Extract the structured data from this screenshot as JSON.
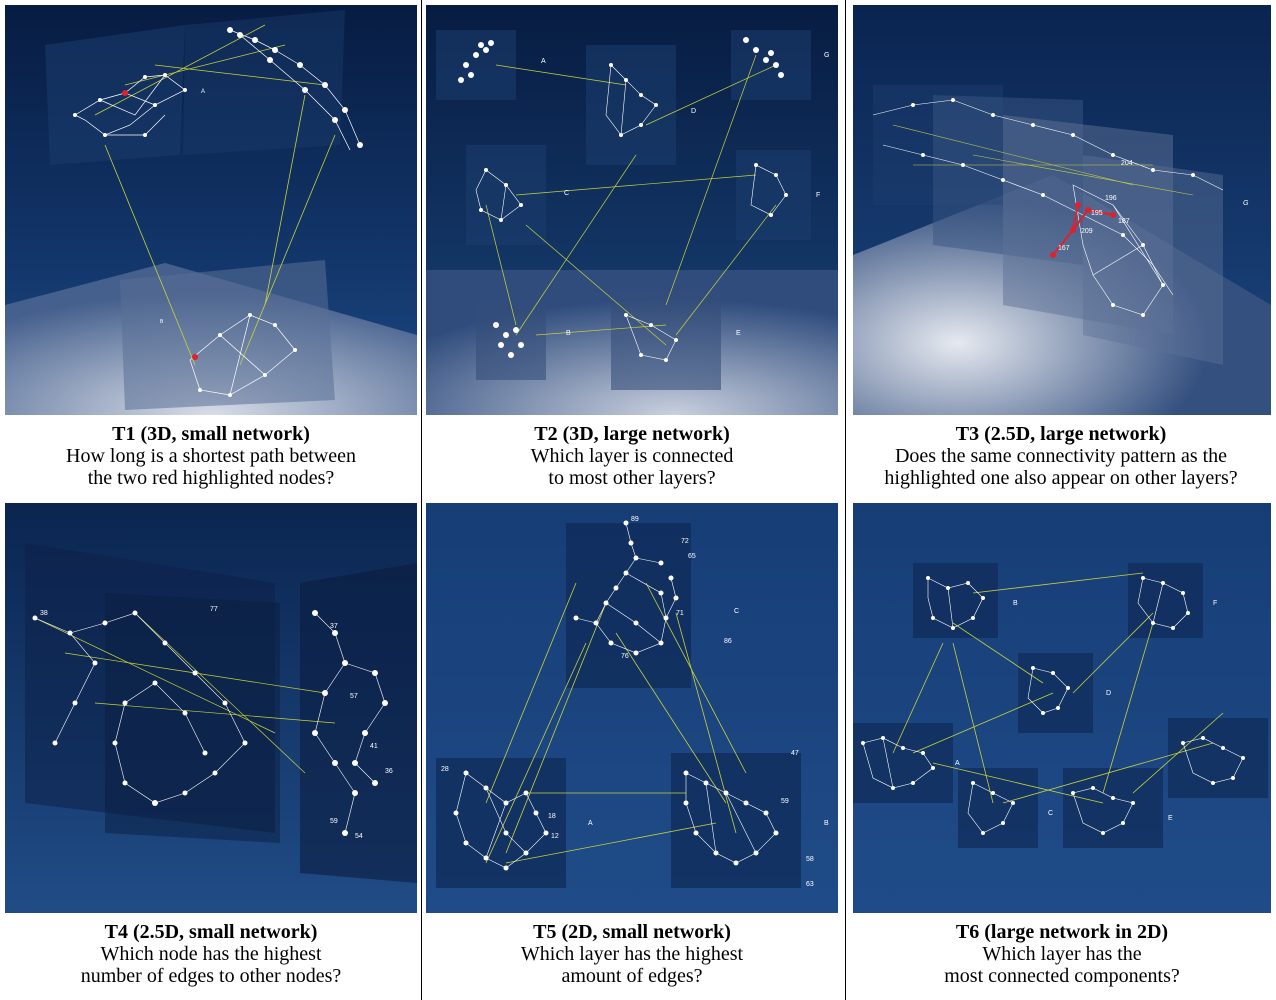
{
  "panels": [
    {
      "id": "t1",
      "title": "T1 (3D, small network)",
      "question_line1": "How long is a shortest path between",
      "question_line2": "the two red highlighted nodes?",
      "layer_labels": [
        "A",
        "B"
      ]
    },
    {
      "id": "t2",
      "title": "T2 (3D, large network)",
      "question_line1": "Which layer is connected",
      "question_line2": "to most other layers?",
      "layer_labels": [
        "A",
        "G",
        "D",
        "C",
        "F",
        "B",
        "E"
      ]
    },
    {
      "id": "t3",
      "title": "T3 (2.5D, large network)",
      "question_line1": "Does the same connectivity pattern as the",
      "question_line2": "highlighted one also appear on other layers?",
      "layer_labels": [
        "G"
      ],
      "node_labels": [
        "204",
        "195",
        "196",
        "209",
        "187",
        "167"
      ]
    },
    {
      "id": "t4",
      "title": "T4 (2.5D, small network)",
      "question_line1": "Which node has the highest",
      "question_line2": "number of edges to other nodes?",
      "node_labels": [
        "77",
        "37",
        "57",
        "41",
        "36",
        "54",
        "59",
        "38"
      ]
    },
    {
      "id": "t5",
      "title": "T5 (2D, small network)",
      "question_line1": "Which layer has the highest",
      "question_line2": "amount of edges?",
      "layer_labels": [
        "C",
        "A",
        "B"
      ],
      "node_labels": [
        "89",
        "72",
        "65",
        "71",
        "86",
        "76",
        "47",
        "59",
        "63",
        "58",
        "28",
        "18",
        "12"
      ]
    },
    {
      "id": "t6",
      "title": "T6 (large network in 2D)",
      "question_line1": "Which layer has the",
      "question_line2": "most connected components?",
      "layer_labels": [
        "B",
        "F",
        "D",
        "A",
        "C",
        "E"
      ]
    }
  ],
  "colors": {
    "bg_top": "#0b2550",
    "bg_bottom": "#1c4680",
    "floor": "#9aa8c4",
    "edge_white": "#ffffff",
    "edge_link": "#c9d23a",
    "highlight": "#e0202a"
  }
}
